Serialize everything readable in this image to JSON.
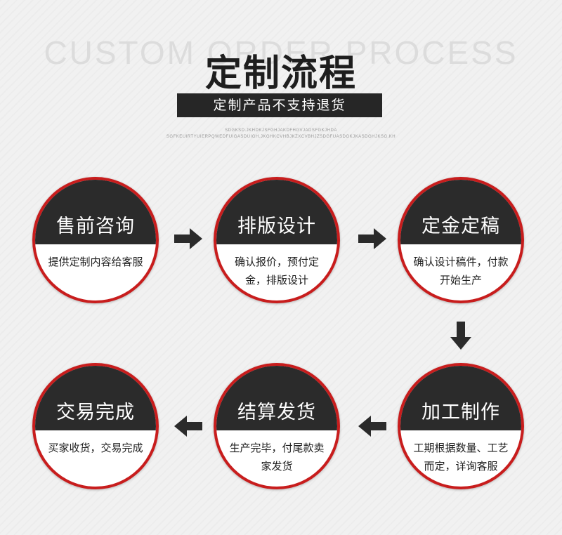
{
  "header": {
    "watermark": "CUSTOM ORDER PROCESS",
    "title": "定制流程",
    "subtitle": "定制产品不支持退货",
    "tiny_line_1": "SDGKSD.JKHDKJSFGHJAKDFHGVJADSFGKJHDA",
    "tiny_line_2": "SGFKEUIRTYUIERPQWEDFUIGASDUIGH.JKGHKCVHBJKZXCVBHJZSDGFUASDGKJKASDGHJKSG.KH"
  },
  "steps": [
    {
      "title": "售前咨询",
      "desc": "提供定制内容给客服"
    },
    {
      "title": "排版设计",
      "desc": "确认报价，预付定金，排版设计"
    },
    {
      "title": "定金定稿",
      "desc": "确认设计稿件，付款开始生产"
    },
    {
      "title": "加工制作",
      "desc": "工期根据数量、工艺而定，详询客服"
    },
    {
      "title": "结算发货",
      "desc": "生产完毕，付尾款卖家发货"
    },
    {
      "title": "交易完成",
      "desc": "买家收货，交易完成"
    }
  ],
  "colors": {
    "ring": "#c81d1d",
    "dark": "#2b2b2b",
    "background": "#f1f1f1"
  },
  "icons": {
    "arrow_right": "arrow-right-icon",
    "arrow_down": "arrow-down-icon",
    "arrow_left": "arrow-left-icon"
  }
}
